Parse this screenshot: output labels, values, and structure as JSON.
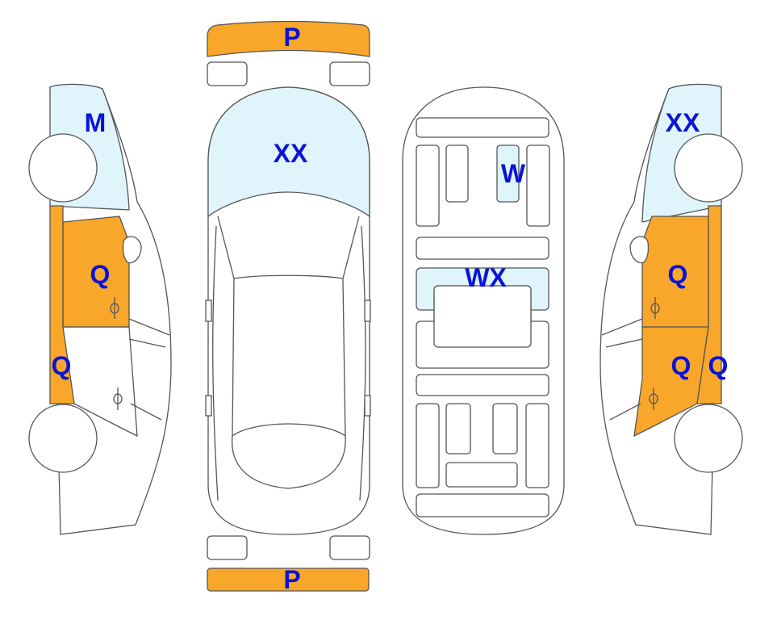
{
  "colors": {
    "damage_orange": "#f9a72a",
    "glass_blue": "#dff4fb",
    "label_blue": "#0a14d6",
    "outline": "#555555"
  },
  "labels": {
    "front_bumper": "P",
    "rear_bumper": "P",
    "left_windshield": "M",
    "left_front_door": "Q",
    "left_front_pillar": "Q",
    "hood": "XX",
    "sunroof": "W",
    "roof_panel": "WX",
    "right_windshield": "XX",
    "right_front_door": "Q",
    "right_rear_door": "Q",
    "right_rear_pillar": "Q"
  }
}
